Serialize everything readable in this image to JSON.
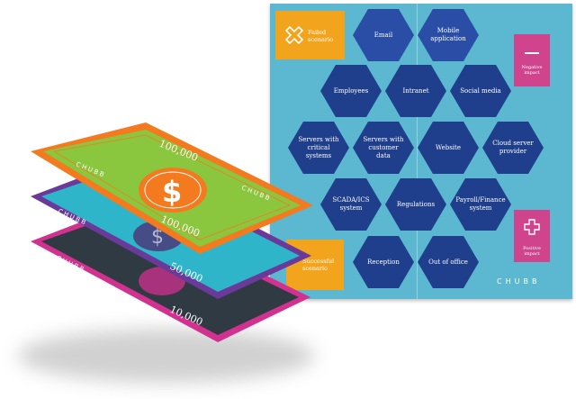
{
  "board": {
    "brand": "CHUBB",
    "cards": {
      "failed_label": "Failed scenario",
      "successful_label": "Successful scenario",
      "negative_label": "Negative impact",
      "positive_label": "Positive impact"
    },
    "tiles": [
      {
        "id": "email",
        "label": "Email"
      },
      {
        "id": "mobile-application",
        "label": "Mobile application"
      },
      {
        "id": "employees",
        "label": "Employees"
      },
      {
        "id": "intranet",
        "label": "Intranet"
      },
      {
        "id": "social-media",
        "label": "Social media"
      },
      {
        "id": "servers-critical",
        "label": "Servers with critical systems"
      },
      {
        "id": "servers-customer",
        "label": "Servers with customer data"
      },
      {
        "id": "website",
        "label": "Website"
      },
      {
        "id": "cloud-server",
        "label": "Cloud server provider"
      },
      {
        "id": "scada-ics",
        "label": "SCADA/ICS system"
      },
      {
        "id": "regulations",
        "label": "Regulations"
      },
      {
        "id": "payroll-finance",
        "label": "Payroll/Finance system"
      },
      {
        "id": "reception",
        "label": "Reception"
      },
      {
        "id": "out-of-office",
        "label": "Out of office"
      }
    ]
  },
  "money": {
    "brand": "CHUBB",
    "notes": [
      {
        "denomination": "100,000",
        "color": "#8bc63f",
        "border": "#f47a1f"
      },
      {
        "denomination": "50,000",
        "color": "#2fb5c9",
        "border": "#6a3a9a"
      },
      {
        "denomination": "10,000",
        "color": "#2f3a43",
        "border": "#d2328f"
      }
    ]
  },
  "colors": {
    "board": "#5bb8d0",
    "tile": "#1f3f8c",
    "failed_card": "#f2a51c",
    "impact_card": "#d0448e"
  }
}
